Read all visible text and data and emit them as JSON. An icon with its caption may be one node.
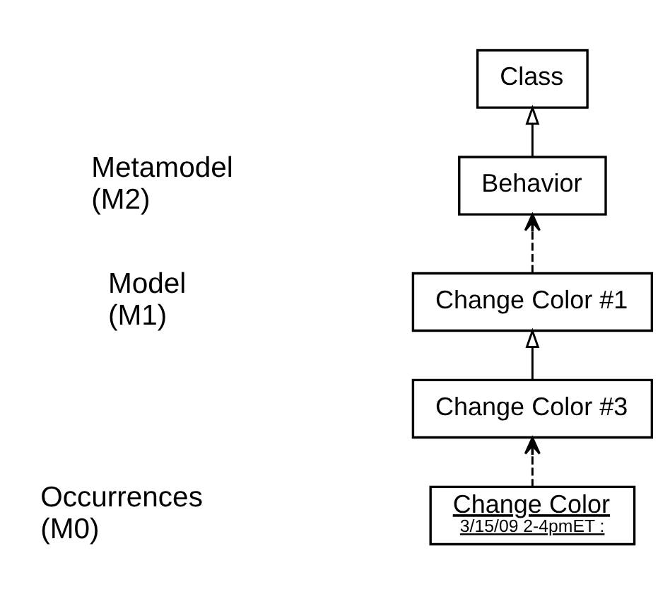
{
  "diagram": {
    "nodes": [
      {
        "text": [
          "Class"
        ]
      },
      {
        "text": [
          "Behavior"
        ]
      },
      {
        "text": [
          "Change Color #1"
        ]
      },
      {
        "text": [
          "Change Color #3"
        ]
      },
      {
        "text": [
          "Change Color",
          "3/15/09 2-4pmET :"
        ]
      }
    ],
    "edges": [
      {
        "from": 1,
        "to": 0,
        "arrow": "to"
      },
      {
        "from": 2,
        "to": 1,
        "arrow": "to",
        "style": "dashed"
      },
      {
        "from": 3,
        "to": 2,
        "arrow": "to"
      },
      {
        "from": 4,
        "to": 3,
        "arrow": "to",
        "style": "dashed"
      }
    ],
    "labels": [
      "Metamodel (M2)",
      "Model (M1)",
      "Occurrences (M0)"
    ]
  }
}
